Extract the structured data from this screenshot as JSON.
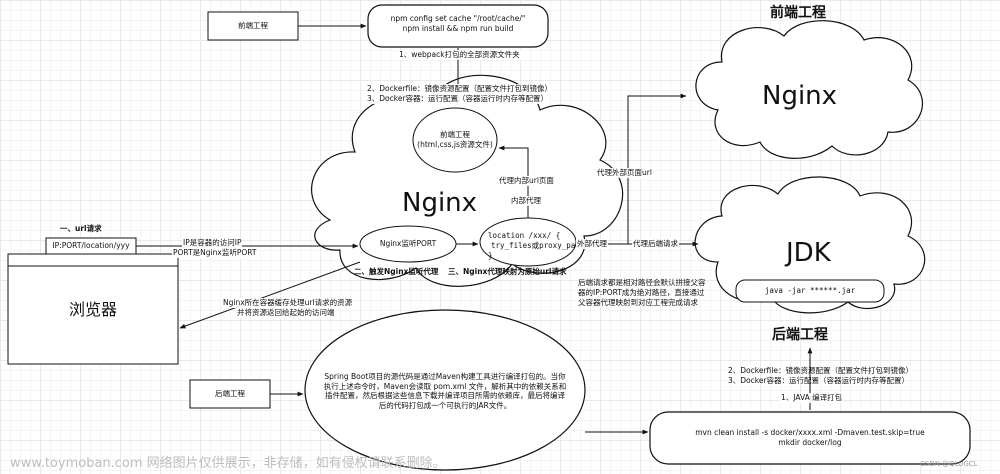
{
  "frontend_box": {
    "label": "前端工程",
    "command_line1": "npm config set cache \"/root/cache/\"",
    "command_line2": "npm install && npm run build"
  },
  "step_webpack": "1、webpack打包的全部资源文件夹",
  "step_dockerfile_front": "2、Dockerfile：镜像资源配置（配置文件打包到镜像）",
  "step_container_front": "3、Docker容器：运行配置（容器运行时内存等配置）",
  "nginx_cloud": {
    "title": "Nginx",
    "frontend_res_line1": "前端工程",
    "frontend_res_line2": "(html,css,js资源文件)",
    "proxy_inner_page": "代理内部url页面",
    "inner_proxy": "内部代理",
    "listen_port": "Nginx监听PORT",
    "location_line1": "location /xxx/ {",
    "location_line2": "try_files或proxy_pass",
    "location_line3": "}"
  },
  "external_proxy": "外部代理",
  "frontend_nginx": {
    "heading": "前端工程",
    "title": "Nginx"
  },
  "proxy_external_page": "代理外部页面url",
  "proxy_backend_request": "代理后端请求",
  "backend_jdk": {
    "title": "JDK",
    "run_cmd": "java -jar ******.jar",
    "heading": "后端工程"
  },
  "backend_note_line1": "后端请求都是相对路径会默认拼接父容",
  "backend_note_line2": "器的IP:PORT成为绝对路径，直接通过",
  "backend_note_line3": "父容器代理映射到对应工程完成请求",
  "step_dockerfile_back": "2、Dockerfile：镜像资源配置（配置文件打包到镜像）",
  "step_container_back": "3、Docker容器：运行配置（容器运行时内存等配置）",
  "step_java_build": "1、JAVA 编译打包",
  "mvn_line1": "mvn clean install -s docker/xxxx.xml -Dmaven.test.skip=true",
  "mvn_line2": "mkdir docker/log",
  "backend_box_label": "后端工程",
  "springboot_note": "Spring Boot项目的源代码是通过Maven构建工具进行编译打包的。当你执行上述命令时，Maven会读取 pom.xml 文件，解析其中的依赖关系和插件配置，然后根据这些信息下载并编译项目所需的依赖库，最后将编译后的代码打包成一个可执行的JAR文件。",
  "url_request_heading": "一、url请求",
  "url_box": "IP:PORT/location/yyy",
  "ip_note_line1": "IP是容器的访问IP",
  "ip_note_line2": "PORT是Nginx监听PORT",
  "browser_label": "浏览器",
  "step_listen": "二、触发Nginx监听代理",
  "step_map": "三、Nginx代理映射为原始url请求",
  "return_note_line1": "Nginx所在容器缓存处理url请求的资源",
  "return_note_line2": "并将资源返回给起始的访问端",
  "watermark": "www.toymoban.com 网络图片仅供展示，非存储，如有侵权请联系删除。",
  "csdn_mark": "CSDN @QLUGCL"
}
